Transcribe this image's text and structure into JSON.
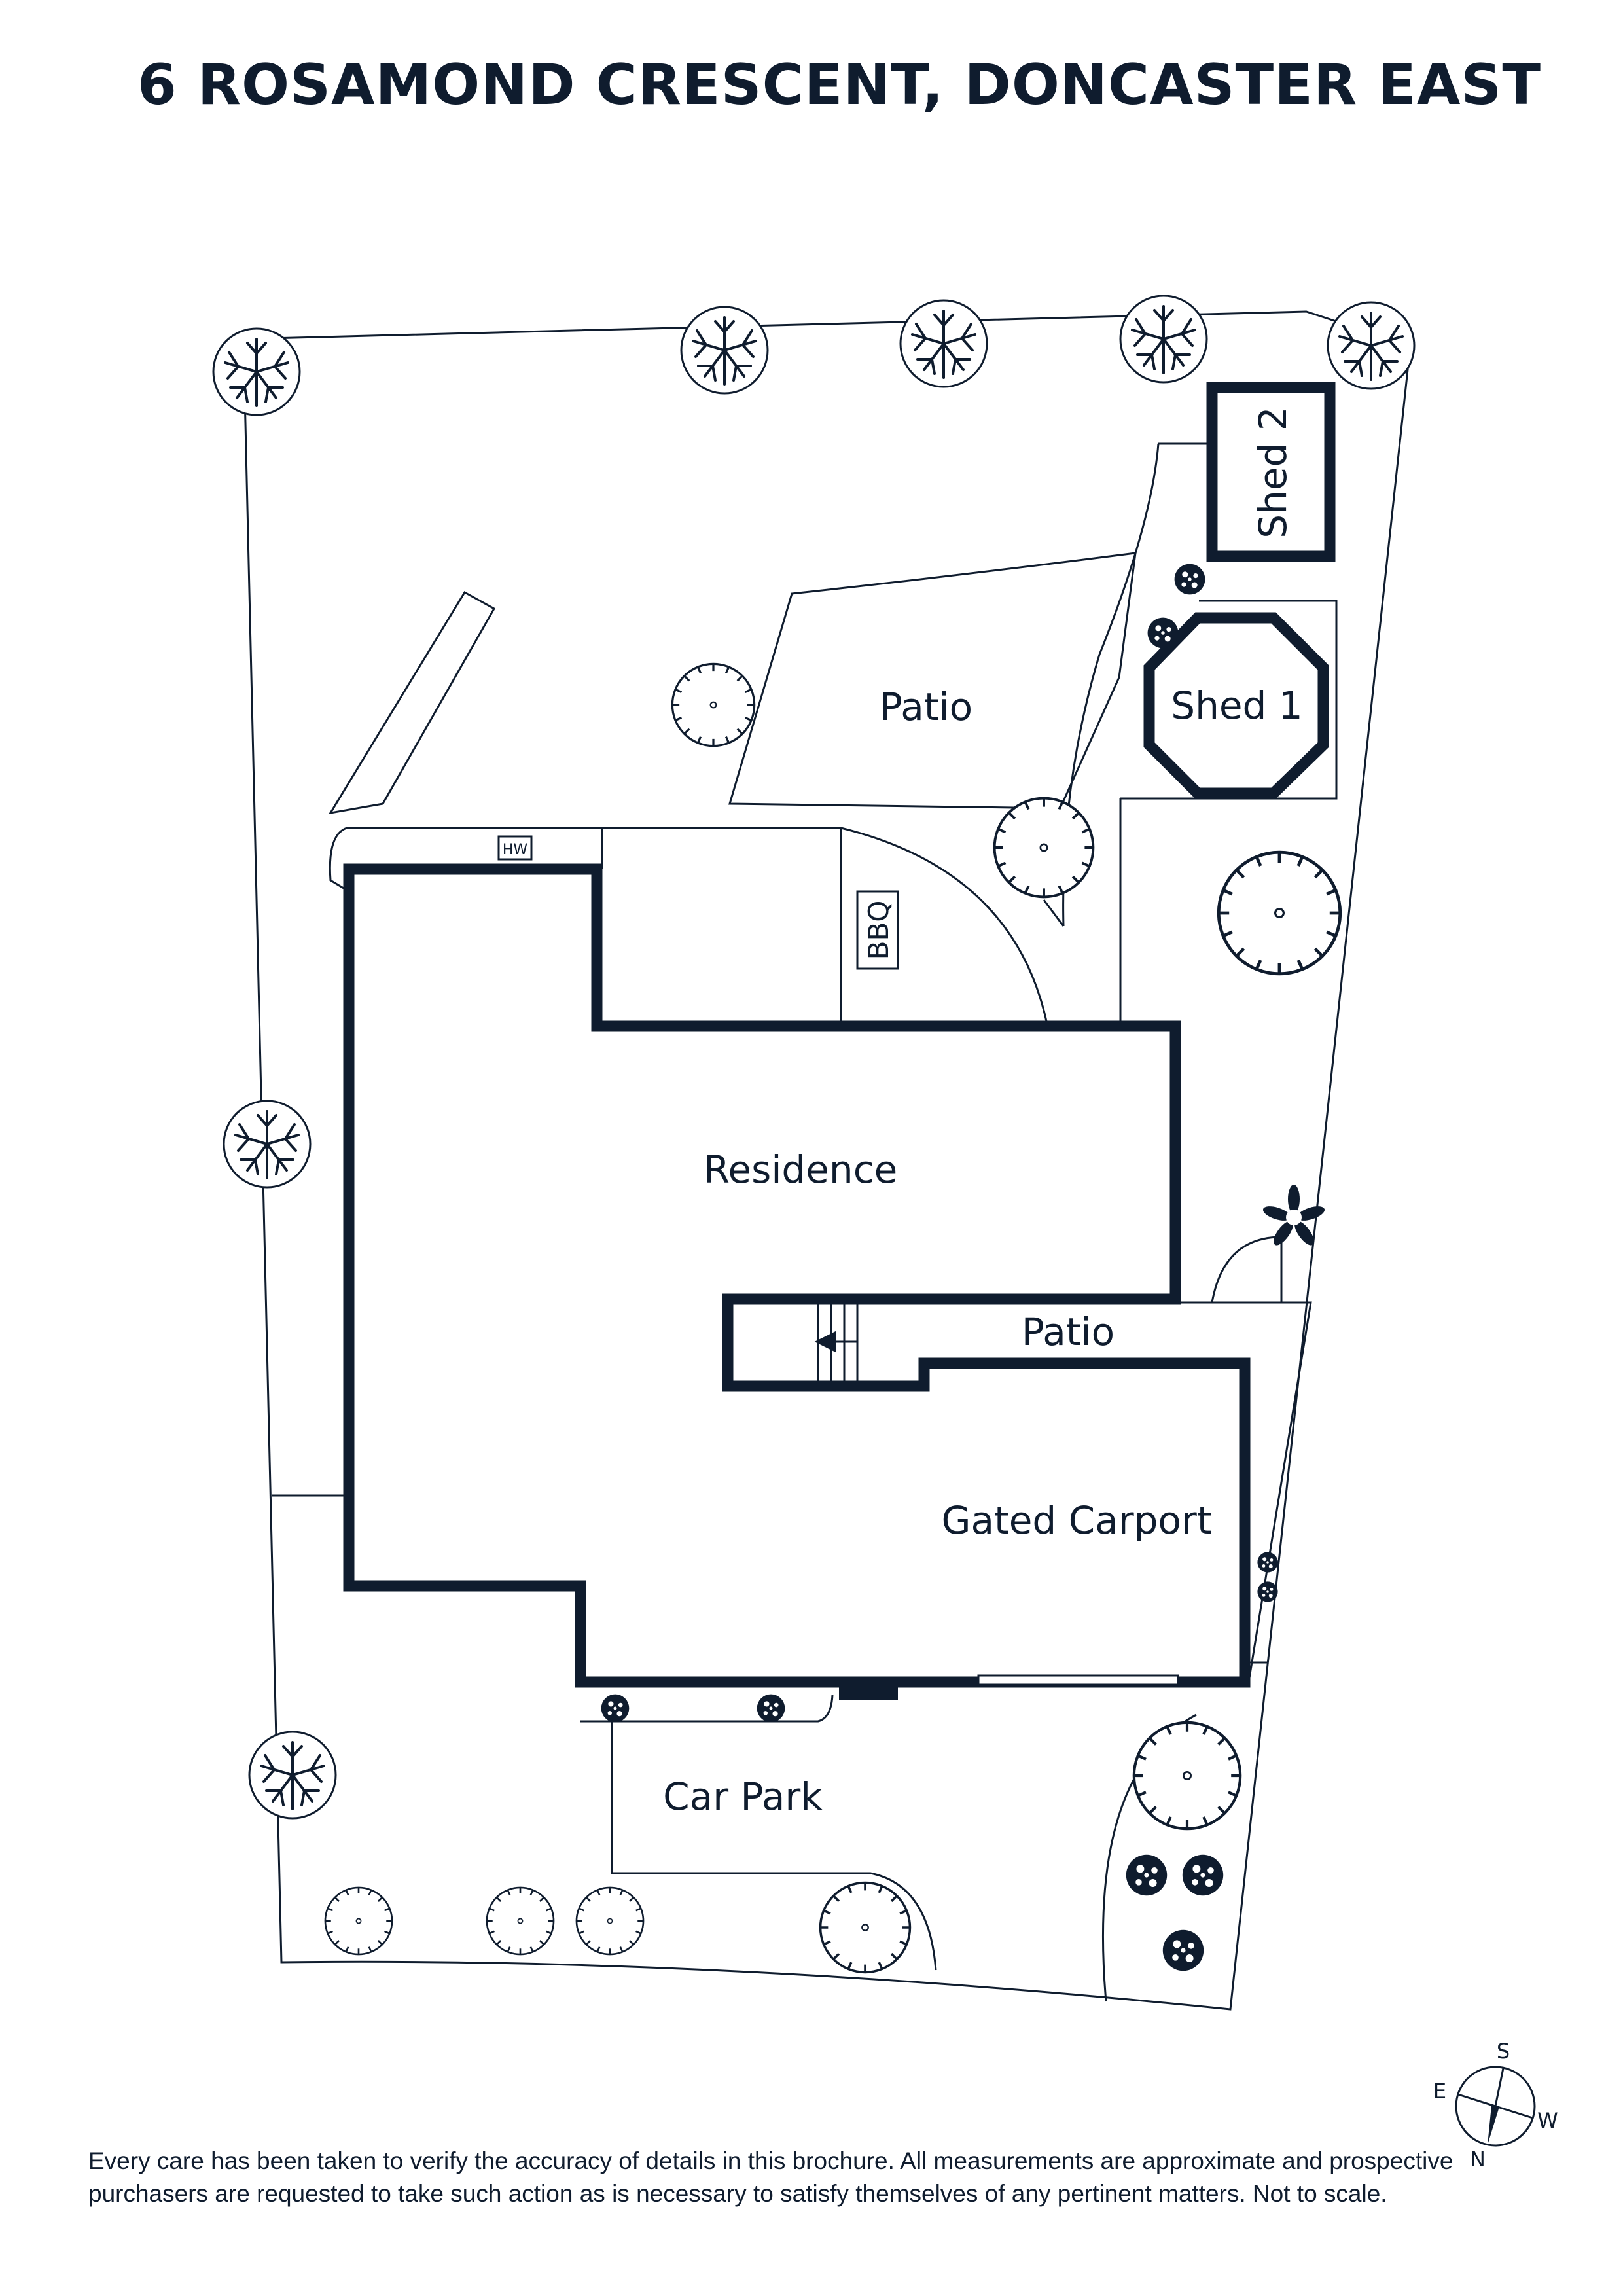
{
  "title": "6 ROSAMOND CRESCENT, DONCASTER EAST",
  "labels": {
    "patio_top": "Patio",
    "shed1": "Shed 1",
    "shed2": "Shed 2",
    "hw": "HW",
    "bbq": "BBQ",
    "residence": "Residence",
    "patio_mid": "Patio",
    "carport": "Gated Carport",
    "carpark": "Car Park"
  },
  "compass": {
    "s": "S",
    "e": "E",
    "w": "W",
    "n": "N"
  },
  "disclaimer": "Every care has been taken to verify the accuracy of details in this brochure. All measurements are approximate and prospective purchasers are requested to take such action as is necessary to satisfy themselves of any pertinent matters. Not to scale.",
  "colors": {
    "ink": "#0f1c2e",
    "background": "#ffffff"
  }
}
